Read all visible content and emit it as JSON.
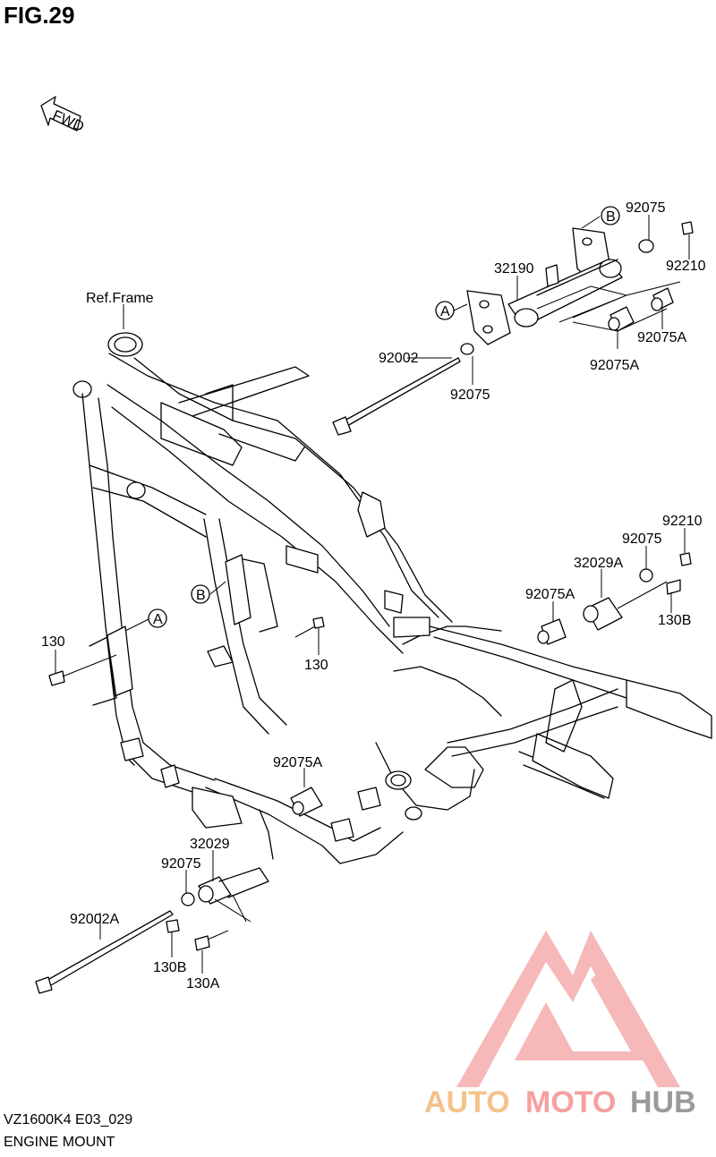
{
  "figure": {
    "title": "FIG.29",
    "model_code": "VZ1600K4 E03_029",
    "section_name": "ENGINE MOUNT"
  },
  "direction_marker": {
    "text": "FWD",
    "icon": "fwd-arrow-icon"
  },
  "callouts": [
    {
      "id": "ref-frame",
      "text": "Ref.Frame"
    },
    {
      "id": "92075-top",
      "text": "92075"
    },
    {
      "id": "92210-top",
      "text": "92210"
    },
    {
      "id": "32190",
      "text": "32190"
    },
    {
      "id": "92075A-r1",
      "text": "92075A"
    },
    {
      "id": "92075A-r2",
      "text": "92075A"
    },
    {
      "id": "92002",
      "text": "92002"
    },
    {
      "id": "92075-mid",
      "text": "92075"
    },
    {
      "id": "92210-right",
      "text": "92210"
    },
    {
      "id": "92075-right",
      "text": "92075"
    },
    {
      "id": "32029A",
      "text": "32029A"
    },
    {
      "id": "92075A-right",
      "text": "92075A"
    },
    {
      "id": "130B-right",
      "text": "130B"
    },
    {
      "id": "130-left",
      "text": "130"
    },
    {
      "id": "130-center",
      "text": "130"
    },
    {
      "id": "92075A-bottom",
      "text": "92075A"
    },
    {
      "id": "32029",
      "text": "32029"
    },
    {
      "id": "92075-bottom",
      "text": "92075"
    },
    {
      "id": "92002A",
      "text": "92002A"
    },
    {
      "id": "130B-bottom",
      "text": "130B"
    },
    {
      "id": "130A",
      "text": "130A"
    }
  ],
  "reference_marks": [
    {
      "id": "A-top",
      "text": "A"
    },
    {
      "id": "B-top",
      "text": "B"
    },
    {
      "id": "B-frame",
      "text": "B"
    },
    {
      "id": "A-frame",
      "text": "A"
    }
  ],
  "watermark": {
    "part1": "AUTO",
    "part2": "MOTO",
    "part3": "HUB",
    "colors": [
      "#f5c28a",
      "#f5a0a0",
      "#9a9a9a"
    ]
  }
}
